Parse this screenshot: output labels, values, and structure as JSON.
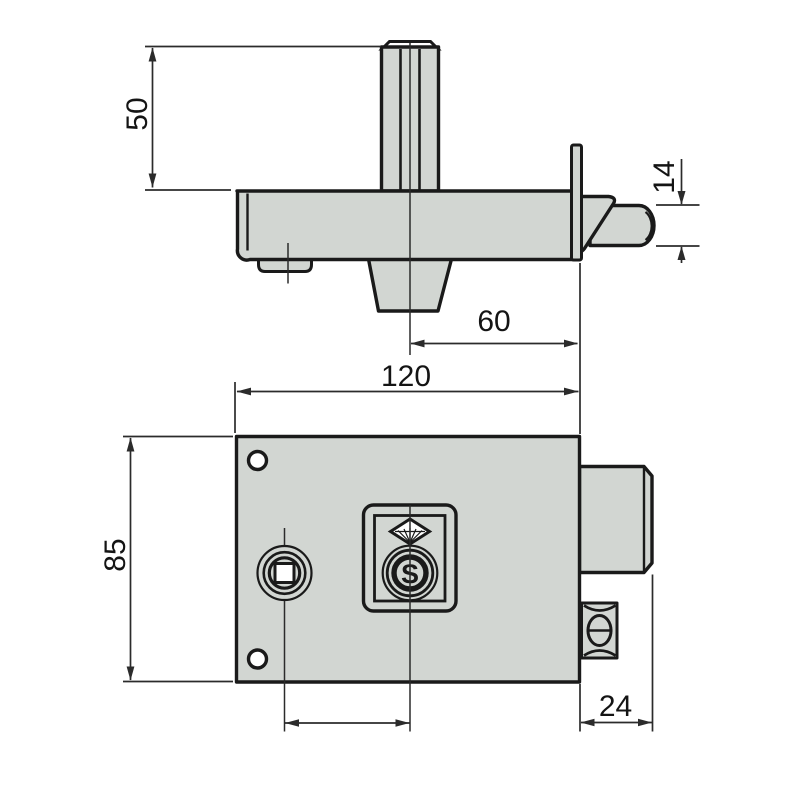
{
  "drawing": {
    "background": "#ffffff",
    "part_fill": "#d2d6d2",
    "outline_color": "#1a1a1a",
    "dimension_color": "#2b2b2b",
    "labels": {
      "stem_height": "50",
      "latch_height": "14",
      "cylinder_to_face": "60",
      "body_width": "120",
      "body_height": "85",
      "housing_depth": "24"
    },
    "keyway_glyph": "S"
  }
}
